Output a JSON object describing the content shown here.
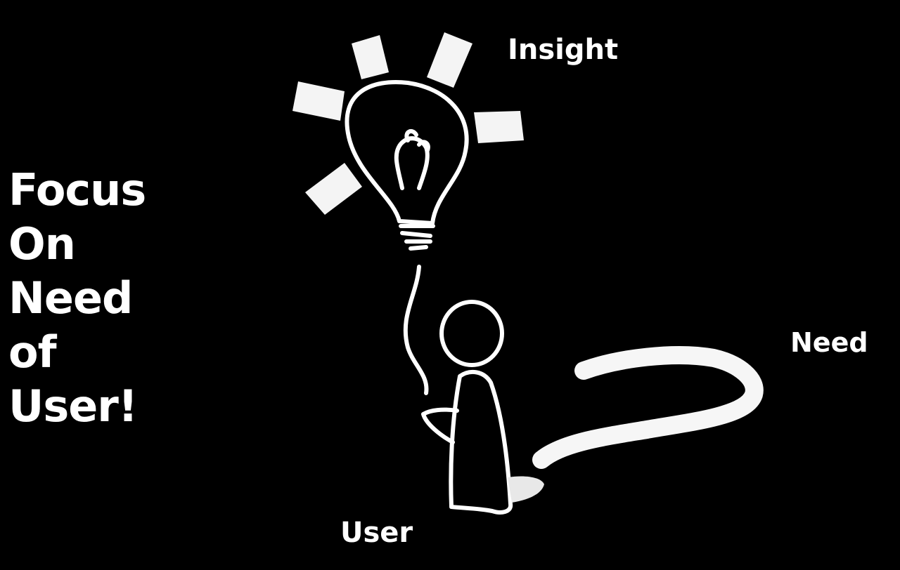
{
  "headline": {
    "lines": [
      "Focus",
      "On",
      "Need",
      "of",
      "User!"
    ]
  },
  "labels": {
    "insight": "Insight",
    "need": "Need",
    "user": "User"
  },
  "colors": {
    "background": "#000000",
    "foreground": "#ffffff"
  },
  "icons": {
    "bulb": "lightbulb-icon",
    "person": "person-icon",
    "need_path": "question-mark-path-icon"
  }
}
